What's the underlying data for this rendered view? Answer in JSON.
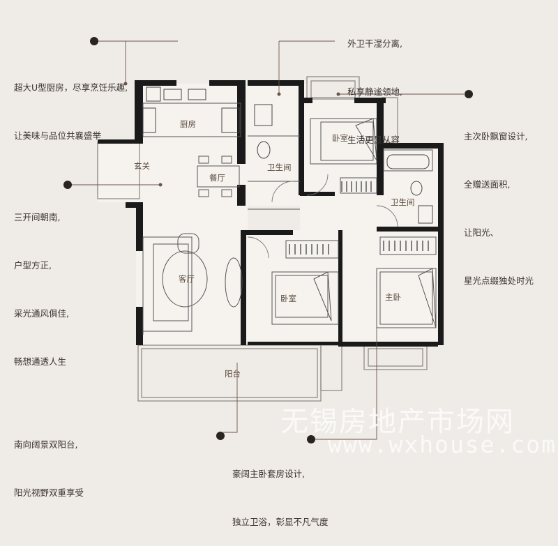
{
  "callouts": {
    "wet_dry": [
      "外卫干湿分离,",
      "私享静谧领地,",
      "生活更显从容"
    ],
    "kitchen": [
      "超大U型厨房，尽享烹饪乐趣,",
      "让美味与品位共襄盛举"
    ],
    "bay_window": [
      "主次卧飘窗设计,",
      "全赠送面积,",
      "让阳光、",
      "星光点缀独处时光"
    ],
    "orientation": [
      "三开间朝南,",
      "户型方正,",
      "采光通风俱佳,",
      "畅想通透人生"
    ],
    "balcony": [
      "南向阔景双阳台,",
      "阳光视野双重享受"
    ],
    "master_suite": [
      "豪阔主卧套房设计,",
      "独立卫浴，彰显不凡气度"
    ]
  },
  "rooms": {
    "kitchen": "厨房",
    "foyer": "玄关",
    "dining": "餐厅",
    "bath_public": "卫生间",
    "bedroom_north": "卧室",
    "bath_master": "卫生间",
    "living": "客厅",
    "bedroom_south": "卧室",
    "master_bedroom": "主卧",
    "balcony": "阳台"
  },
  "watermark": {
    "line1": "无锡房地产市场网",
    "line2": "www.wxhouse.com"
  },
  "colors": {
    "background": "#efebe7",
    "wall": "#1a1a1a",
    "accent_line": "#6b5648"
  }
}
